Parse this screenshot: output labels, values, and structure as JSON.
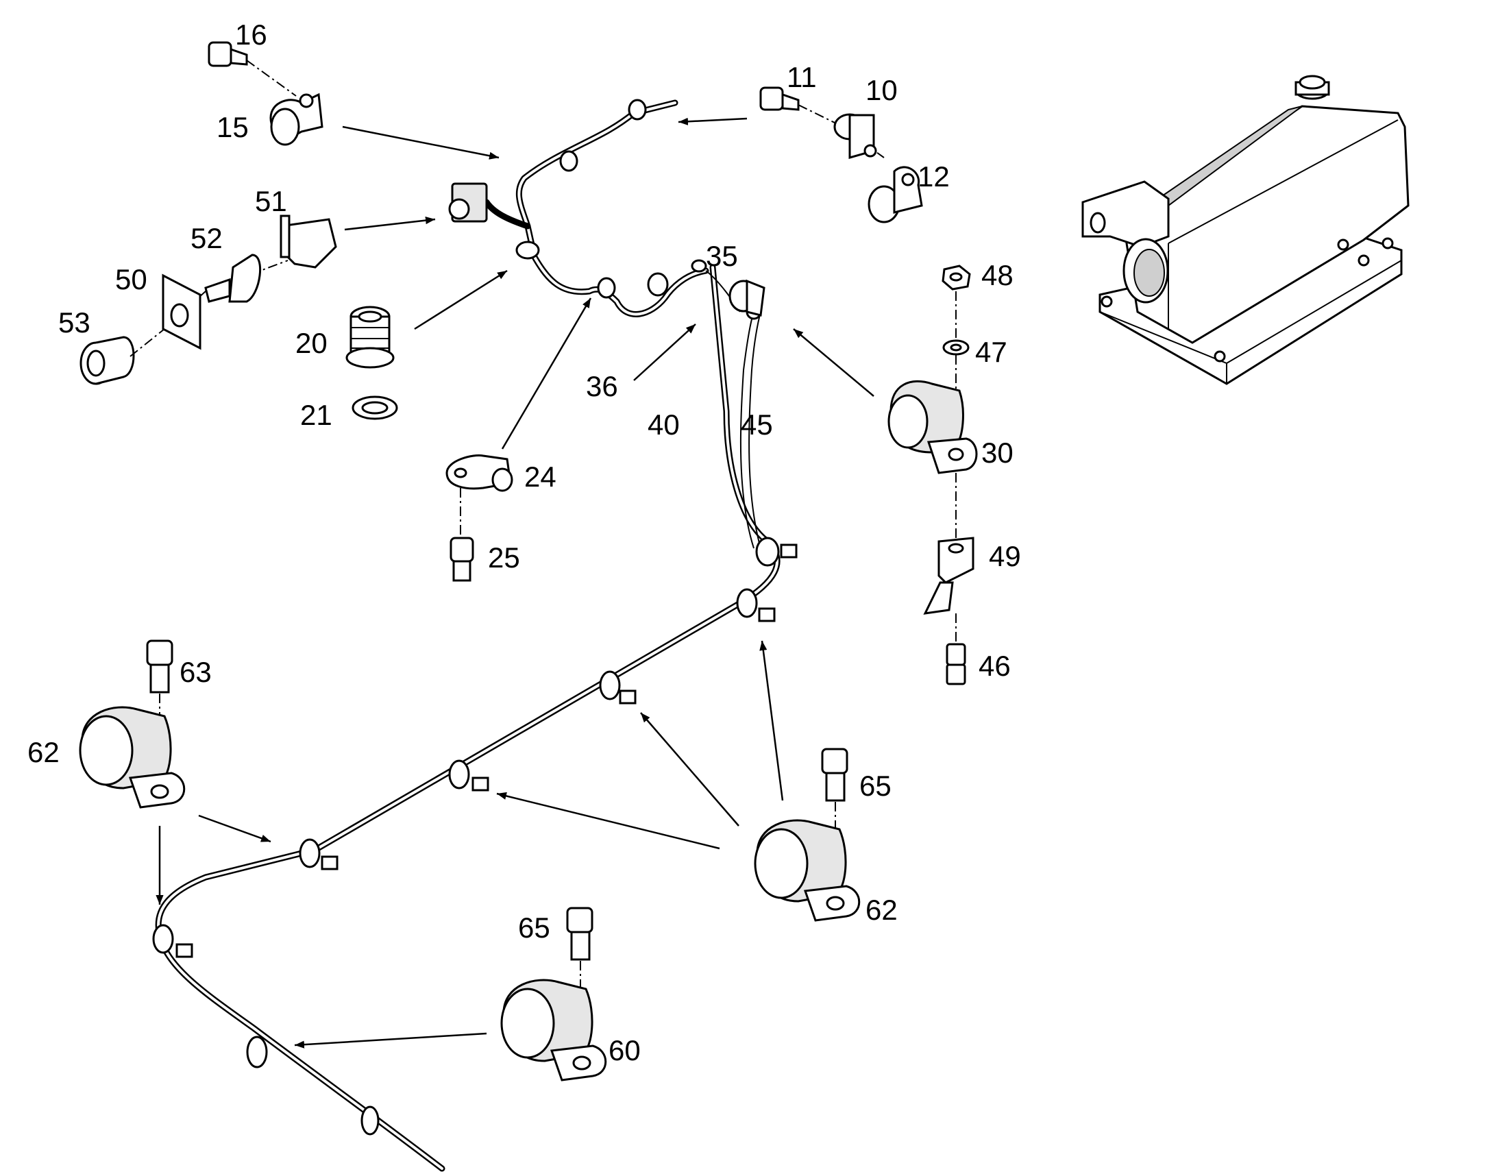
{
  "labels": {
    "l16": "16",
    "l15": "15",
    "l11": "11",
    "l10": "10",
    "l12": "12",
    "l51": "51",
    "l52": "52",
    "l50": "50",
    "l53": "53",
    "l20": "20",
    "l21": "21",
    "l24": "24",
    "l25": "25",
    "l35": "35",
    "l36": "36",
    "l40": "40",
    "l45": "45",
    "l48": "48",
    "l47": "47",
    "l30": "30",
    "l49": "49",
    "l46": "46",
    "l63": "63",
    "l62a": "62",
    "l65a": "65",
    "l62b": "62",
    "l65b": "65",
    "l60": "60"
  },
  "colors": {
    "line": "#000000",
    "background": "#ffffff",
    "shade": "#cfcfcf"
  }
}
